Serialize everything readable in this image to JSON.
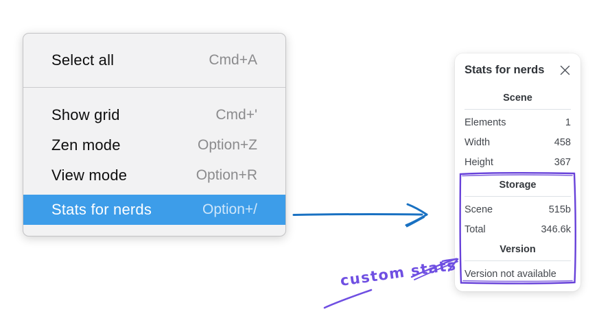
{
  "menu": {
    "sections": [
      {
        "items": [
          {
            "label": "Select all",
            "shortcut": "Cmd+A",
            "selected": false
          }
        ]
      },
      {
        "items": [
          {
            "label": "Show grid",
            "shortcut": "Cmd+'",
            "selected": false
          },
          {
            "label": "Zen mode",
            "shortcut": "Option+Z",
            "selected": false
          },
          {
            "label": "View mode",
            "shortcut": "Option+R",
            "selected": false
          },
          {
            "label": "Stats for nerds",
            "shortcut": "Option+/",
            "selected": true
          }
        ]
      }
    ]
  },
  "stats_panel": {
    "title": "Stats for nerds",
    "close_icon": "close-x",
    "sections": [
      {
        "heading": "Scene",
        "rows": [
          {
            "label": "Elements",
            "value": "1"
          },
          {
            "label": "Width",
            "value": "458"
          },
          {
            "label": "Height",
            "value": "367"
          }
        ]
      },
      {
        "heading": "Storage",
        "rows": [
          {
            "label": "Scene",
            "value": "515b"
          },
          {
            "label": "Total",
            "value": "346.6k"
          }
        ]
      },
      {
        "heading": "Version",
        "rows": [],
        "note": "Version not available"
      }
    ]
  },
  "annotation": {
    "label": "custom stats"
  },
  "colors": {
    "menu_highlight": "#3d9de9",
    "arrow_blue": "#1971c2",
    "violet": "#6741d9",
    "annotation_violet": "#6f4fe2"
  }
}
